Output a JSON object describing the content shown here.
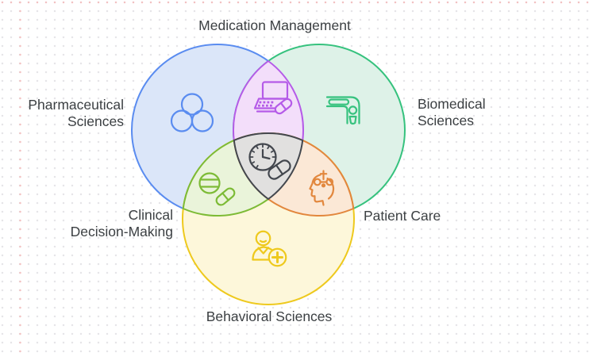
{
  "diagram": {
    "type": "venn-3-sets",
    "labels": {
      "medication_management": "Medication Management",
      "pharmaceutical_line1": "Pharmaceutical",
      "pharmaceutical_line2": "Sciences",
      "biomedical_line1": "Biomedical",
      "biomedical_line2": "Sciences",
      "clinical_line1": "Clinical",
      "clinical_line2": "Decision-Making",
      "patient_care": "Patient Care",
      "behavioral_sciences": "Behavioral Sciences"
    },
    "colors": {
      "blue_stroke": "#5a8cf0",
      "blue_fill": "#dbe6f9",
      "green_stroke": "#36c27e",
      "green_fill": "#def2e8",
      "yellow_stroke": "#eec91d",
      "yellow_fill": "#fdf7da",
      "purple_stroke": "#b55be8",
      "purple_fill": "#f3defa",
      "lime_stroke": "#7dbb36",
      "lime_fill": "#eaf4da",
      "orange_stroke": "#e2873d",
      "orange_fill": "#fbe8d6",
      "gray_stroke": "#43474e",
      "gray_fill": "#e1e0df",
      "label_text": "#3c4043",
      "grid_dot": "#e6e5e8",
      "grid_accent_dot": "#f3c2c2",
      "background": "#ffffff"
    },
    "regions": [
      {
        "name": "Pharmaceutical Sciences",
        "type": "circle",
        "stroke_key": "blue_stroke",
        "fill_key": "blue_fill",
        "icon": "molecule-circles-icon"
      },
      {
        "name": "Biomedical Sciences",
        "type": "circle",
        "stroke_key": "green_stroke",
        "fill_key": "green_fill",
        "icon": "elbow-joint-icon"
      },
      {
        "name": "Behavioral Sciences",
        "type": "circle",
        "stroke_key": "yellow_stroke",
        "fill_key": "yellow_fill",
        "icon": "person-plus-icon"
      },
      {
        "name": "Medication Management",
        "type": "intersection",
        "of": [
          "Pharmaceutical Sciences",
          "Biomedical Sciences"
        ],
        "stroke_key": "purple_stroke",
        "fill_key": "purple_fill",
        "icon": "laptop-pill-icon"
      },
      {
        "name": "Clinical Decision-Making",
        "type": "intersection",
        "of": [
          "Pharmaceutical Sciences",
          "Behavioral Sciences"
        ],
        "stroke_key": "lime_stroke",
        "fill_key": "lime_fill",
        "icon": "tablet-capsule-icon"
      },
      {
        "name": "Patient Care",
        "type": "intersection",
        "of": [
          "Biomedical Sciences",
          "Behavioral Sciences"
        ],
        "stroke_key": "orange_stroke",
        "fill_key": "orange_fill",
        "icon": "head-decision-icon"
      },
      {
        "name": "",
        "type": "intersection",
        "of": [
          "Pharmaceutical Sciences",
          "Biomedical Sciences",
          "Behavioral Sciences"
        ],
        "stroke_key": "gray_stroke",
        "fill_key": "gray_fill",
        "icon": "clock-pill-icon"
      }
    ]
  }
}
